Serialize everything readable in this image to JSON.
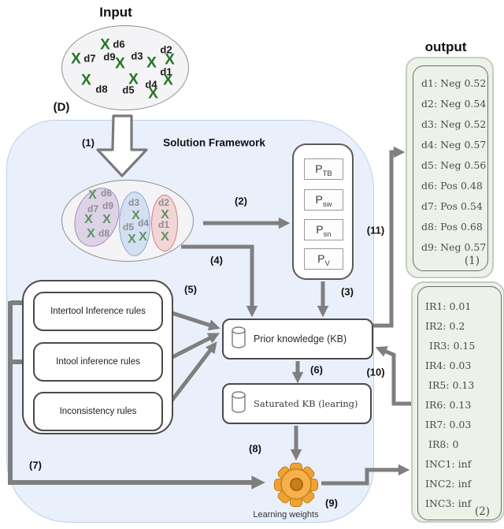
{
  "colors": {
    "framework_bg": "#e9effb",
    "framework_border": "#bcd0ea",
    "output_panel_bg": "#edf2e9",
    "output_panel_border": "#c3cebe",
    "box_border": "#4a4a4a",
    "arrow_gray": "#7f7f7f",
    "x_mark_green": "#267326",
    "cluster_purple": "#a58bbd",
    "cluster_blue": "#85a9d6",
    "cluster_red": "#cf7e7e",
    "gear_orange": "#f2a63b"
  },
  "input": {
    "title": "Input",
    "set_label": "(D)",
    "x_glyph": "X",
    "labels": [
      "d1",
      "d2",
      "d3",
      "d4",
      "d5",
      "d6",
      "d7",
      "d8",
      "d9"
    ]
  },
  "framework": {
    "title": "Solution Framework"
  },
  "clusters": {
    "purple": [
      "d6",
      "d7",
      "d9",
      "d8"
    ],
    "blue": [
      "d3",
      "d5",
      "d4"
    ],
    "red": [
      "d2",
      "d1"
    ]
  },
  "steps": {
    "s1": "(1)",
    "s2": "(2)",
    "s3": "(3)",
    "s4": "(4)",
    "s5": "(5)",
    "s6": "(6)",
    "s7": "(7)",
    "s8": "(8)",
    "s9": "(9)",
    "s10": "(10)",
    "s11": "(11)"
  },
  "p_stack": {
    "items": [
      {
        "base": "P",
        "sub": "TB"
      },
      {
        "base": "P",
        "sub": "sw"
      },
      {
        "base": "P",
        "sub": "sn"
      },
      {
        "base": "P",
        "sub": "V"
      }
    ]
  },
  "rules": {
    "items": [
      "Intertool Inference  rules",
      "Intool inference rules",
      "Inconsistency rules"
    ]
  },
  "kb": {
    "label": "Prior knowledge (KB)"
  },
  "saturated": {
    "label": "Saturated KB (learing)"
  },
  "gear": {
    "caption": "Learning weights"
  },
  "output": {
    "title": "output",
    "panel1": {
      "entries": [
        "d1: Neg 0.52",
        "d2: Neg 0.54",
        "d3: Neg 0.52",
        "d4: Neg 0.57",
        "d5: Neg 0.56",
        "d6: Pos 0.48",
        "d7: Pos 0.54",
        "d8: Pos 0.68",
        "d9: Neg 0.57"
      ],
      "tag": "(1)"
    },
    "panel2": {
      "entries": [
        "IR1: 0.01",
        "IR2: 0.2",
        "IR3: 0.15",
        "IR4: 0.03",
        "IR5: 0.13",
        "IR6: 0.13",
        "IR7: 0.03",
        "IR8: 0",
        "INC1: inf",
        "INC2: inf",
        "INC3: inf"
      ],
      "tag": "(2)"
    }
  }
}
